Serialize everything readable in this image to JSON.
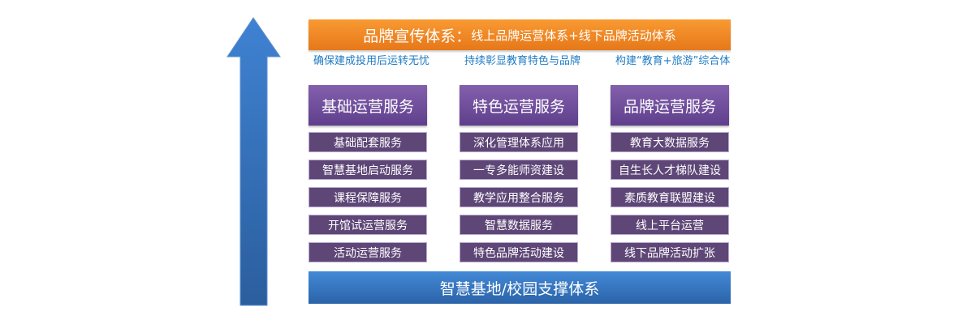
{
  "header": {
    "main": "品牌宣传体系：",
    "sub": "线上品牌运营体系+线下品牌活动体系"
  },
  "columns": [
    {
      "goal": "确保建成投用后运转无忧",
      "title": "基础运营服务",
      "items": [
        "基础配套服务",
        "智慧基地启动服务",
        "课程保障服务",
        "开馆试运营服务",
        "活动运营服务"
      ]
    },
    {
      "goal": "持续彰显教育特色与品牌",
      "title": "特色运营服务",
      "items": [
        "深化管理体系应用",
        "一专多能师资建设",
        "教学应用整合服务",
        "智慧数据服务",
        "特色品牌活动建设"
      ]
    },
    {
      "goal": "构建“教育+旅游”综合体",
      "title": "品牌运营服务",
      "items": [
        "教育大数据服务",
        "自生长人才梯队建设",
        "素质教育联盟建设",
        "线上平台运营",
        "线下品牌活动扩张"
      ]
    }
  ],
  "base": {
    "label": "智慧基地/校园支撑体系"
  },
  "colors": {
    "orange": "#f08a26",
    "purple": "#6f4f9c",
    "box": "#5e4677",
    "blue": "#3575c0",
    "goal": "#1f7bc4"
  }
}
